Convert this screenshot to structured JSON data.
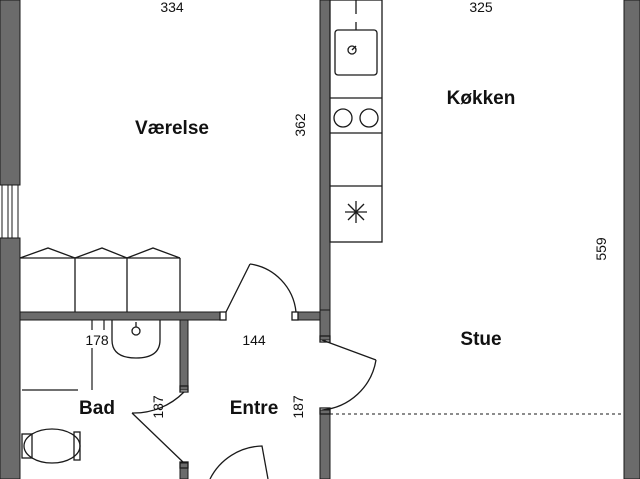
{
  "rooms": {
    "vaerelse": "Værelse",
    "kokken": "Køkken",
    "stue": "Stue",
    "bad": "Bad",
    "entre": "Entre"
  },
  "dimensions": {
    "vaerelse_width": "334",
    "kokken_width": "325",
    "vaerelse_depth": "362",
    "stue_depth": "559",
    "bad_width": "178",
    "entre_width": "144",
    "bad_depth": "187",
    "entre_depth": "187"
  },
  "colors": {
    "wall": "#6b6b6b",
    "line": "#1a1a1a",
    "background": "#ffffff"
  }
}
